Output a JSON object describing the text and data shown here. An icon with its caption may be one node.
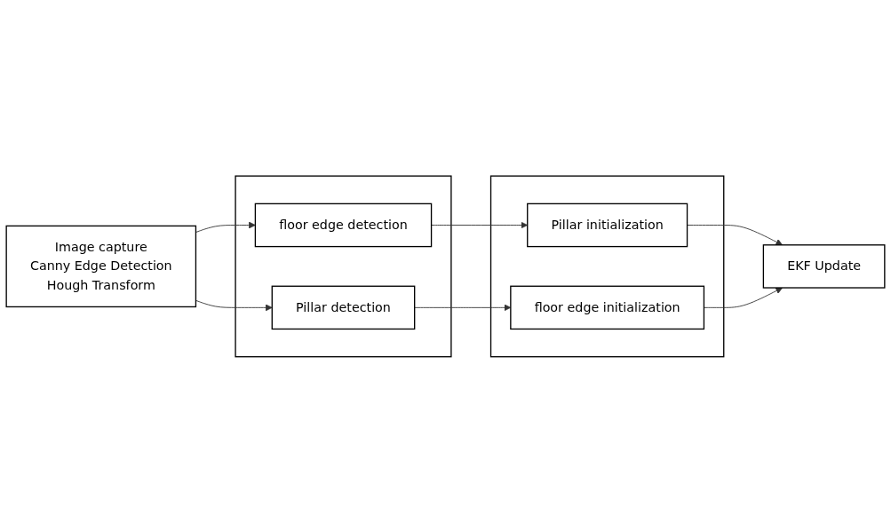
{
  "diagram": {
    "nodes": [
      {
        "text": [
          "Image capture",
          "Canny Edge Detection",
          "Hough Transform"
        ]
      },
      {
        "text": [],
        "shape": "box"
      },
      {
        "text": [
          "Pillar detection"
        ],
        "in": 1
      },
      {
        "text": [
          "floor edge detection"
        ],
        "in": 1
      },
      {
        "text": [],
        "shape": "box"
      },
      {
        "text": [
          "Pillar initialization"
        ],
        "in": 4
      },
      {
        "text": [
          "floor edge initialization"
        ],
        "in": 4
      },
      {
        "text": [
          "EKF Update"
        ]
      }
    ],
    "edges": [
      {
        "from": 0,
        "to": 2,
        "arrow": "to"
      },
      {
        "from": 0,
        "to": 3,
        "arrow": "to"
      },
      {
        "from": 2,
        "to": 6,
        "arrow": "to"
      },
      {
        "from": 3,
        "to": 5,
        "arrow": "to"
      },
      {
        "from": 5,
        "to": 7,
        "arrow": "to"
      },
      {
        "from": 6,
        "to": 7,
        "arrow": "to"
      }
    ]
  }
}
